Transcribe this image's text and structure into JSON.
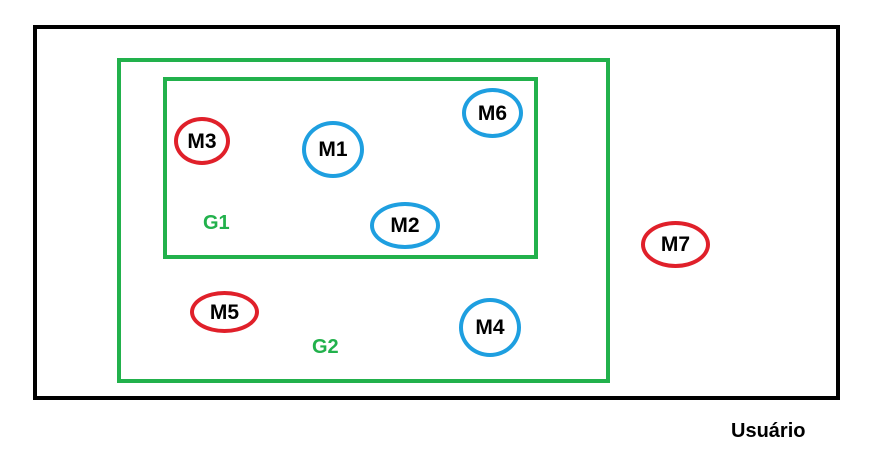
{
  "colors": {
    "outer_border": "#000000",
    "group_border": "#22b14c",
    "group_label": "#22b14c",
    "node_blue": "#1e9fe0",
    "node_red": "#e0202a",
    "node_text": "#000000"
  },
  "caption": "Usuário",
  "groups": [
    {
      "id": "g2",
      "label": "G2"
    },
    {
      "id": "g1",
      "label": "G1"
    }
  ],
  "nodes": [
    {
      "id": "m1",
      "label": "M1",
      "color": "blue",
      "container": "G1"
    },
    {
      "id": "m2",
      "label": "M2",
      "color": "blue",
      "container": "G1"
    },
    {
      "id": "m3",
      "label": "M3",
      "color": "red",
      "container": "G1"
    },
    {
      "id": "m4",
      "label": "M4",
      "color": "blue",
      "container": "G2"
    },
    {
      "id": "m5",
      "label": "M5",
      "color": "red",
      "container": "G2"
    },
    {
      "id": "m6",
      "label": "M6",
      "color": "blue",
      "container": "G1"
    },
    {
      "id": "m7",
      "label": "M7",
      "color": "red",
      "container": "Usuário"
    }
  ]
}
